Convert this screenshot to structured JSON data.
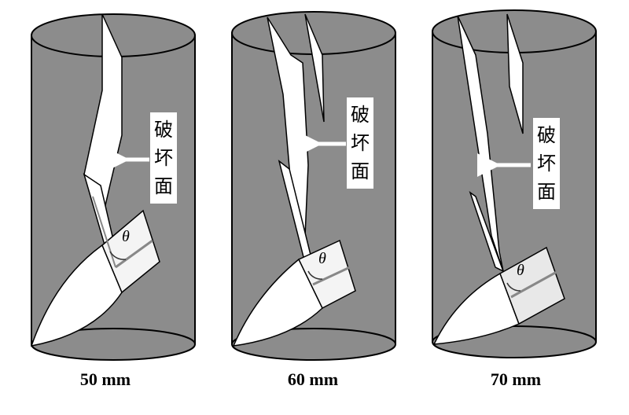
{
  "panels": [
    {
      "size_label": "50 mm",
      "annotation": "破坏面",
      "angle_symbol": "θ"
    },
    {
      "size_label": "60 mm",
      "annotation": "破坏面",
      "angle_symbol": "θ"
    },
    {
      "size_label": "70 mm",
      "annotation": "破坏面",
      "angle_symbol": "θ"
    }
  ],
  "colors": {
    "cylinder_fill": "#8c8c8c",
    "fracture": "#ffffff",
    "outline": "#000000"
  }
}
